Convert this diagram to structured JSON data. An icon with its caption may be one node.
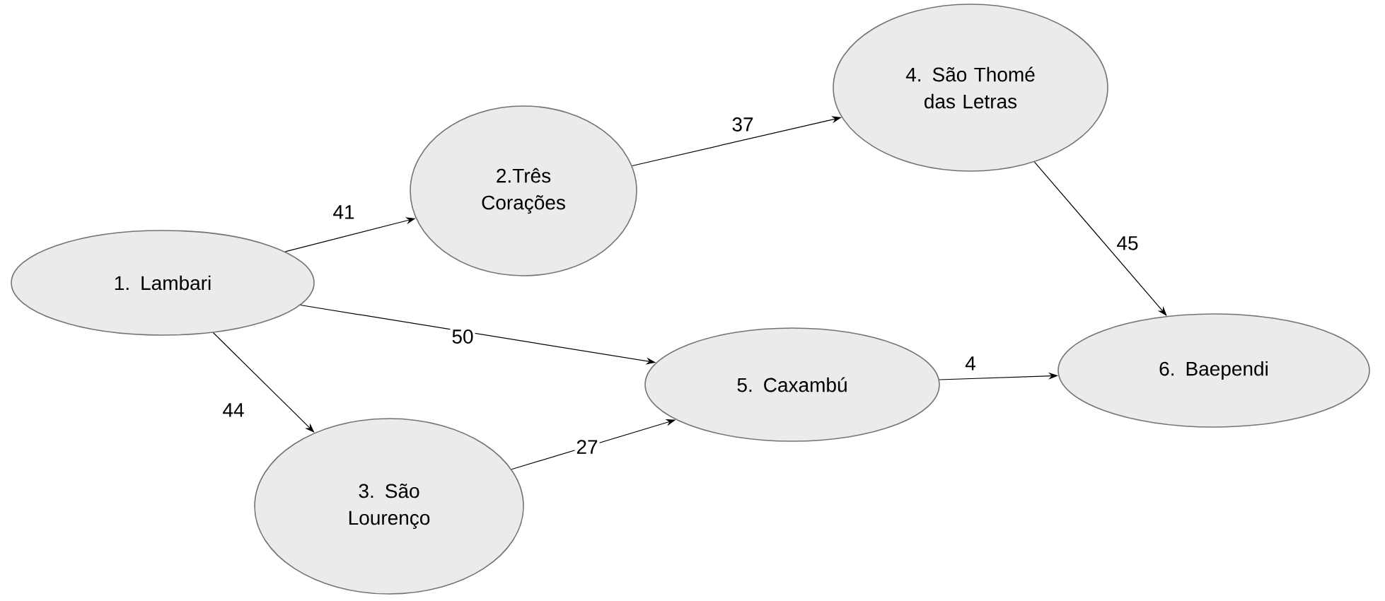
{
  "diagram": {
    "nodes": [
      {
        "text": [
          "1. Lambari"
        ]
      },
      {
        "text": [
          "2.Três Corações"
        ]
      },
      {
        "text": [
          "3. São Lourenço"
        ]
      },
      {
        "text": [
          "4. São Thomé das Letras"
        ]
      },
      {
        "text": [
          "5. Caxambú"
        ]
      },
      {
        "text": [
          "6. Baependi"
        ]
      }
    ],
    "edges": [
      {
        "from": 0,
        "to": 1,
        "arrow": "to",
        "label": "41"
      },
      {
        "from": 1,
        "to": 3,
        "arrow": "to",
        "label": "37"
      },
      {
        "from": 0,
        "to": 4,
        "arrow": "to",
        "label": "50"
      },
      {
        "from": 0,
        "to": 2,
        "arrow": "to",
        "label": "44"
      },
      {
        "from": 2,
        "to": 4,
        "arrow": "to",
        "label": "27"
      },
      {
        "from": 4,
        "to": 5,
        "arrow": "to",
        "label": "4"
      },
      {
        "from": 3,
        "to": 5,
        "arrow": "to",
        "label": "45"
      }
    ]
  }
}
